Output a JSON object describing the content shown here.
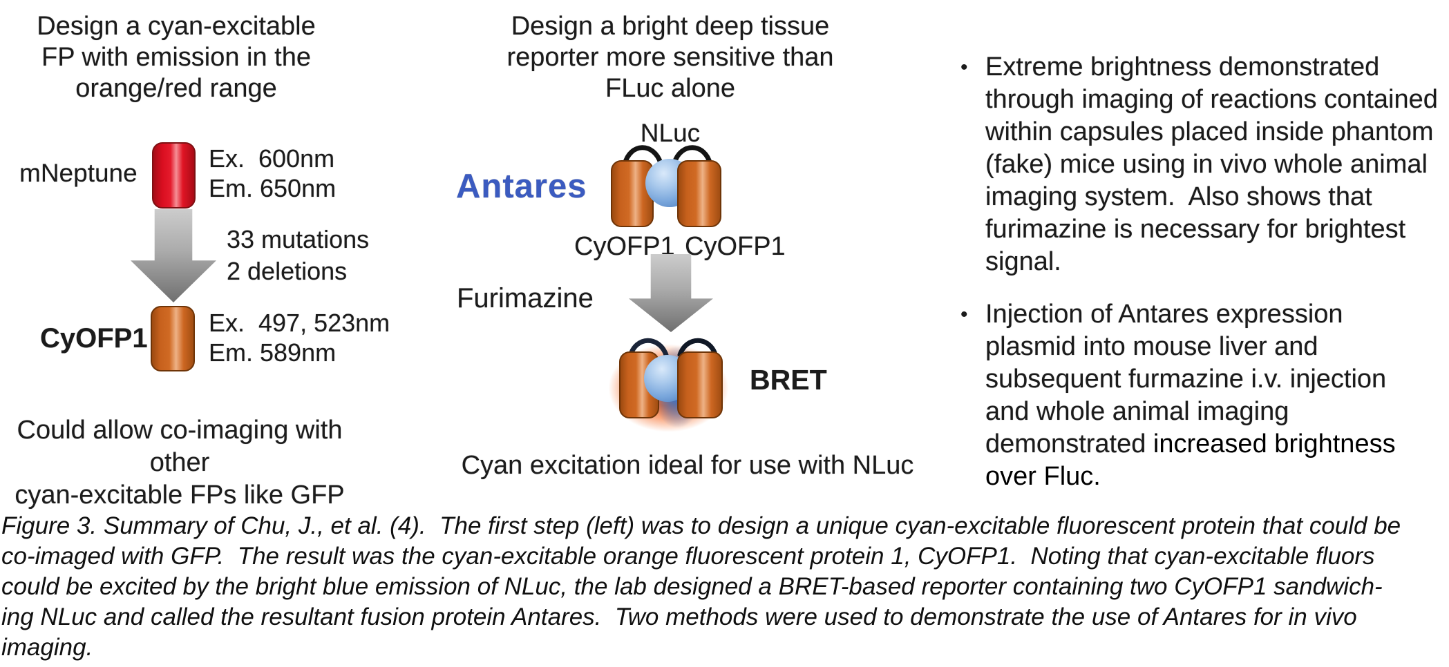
{
  "left_panel": {
    "title": "Design a cyan-excitable\nFP with emission in the\norange/red range",
    "mneptune_label": "mNeptune",
    "mneptune_spectra": "Ex.  600nm\nEm. 650nm",
    "mutation_note": "33 mutations\n2 deletions",
    "cyofp1_label": "CyOFP1",
    "cyofp1_spectra": "Ex.  497, 523nm\nEm. 589nm",
    "footer": "Could allow co-imaging with other\ncyan-excitable FPs like GFP"
  },
  "middle_panel": {
    "title": "Design a bright deep tissue\nreporter more sensitive than\nFLuc alone",
    "nluc_label": "NLuc",
    "antares_label": "Antares",
    "subunit_left": "CyOFP1",
    "subunit_right": "CyOFP1",
    "furimazine_label": "Furimazine",
    "bret_label": "BRET",
    "footer": "Cyan excitation ideal for use with NLuc"
  },
  "right_panel": {
    "bullet_glyph": "•",
    "bullet_1": "Extreme brightness demonstrated\nthrough imaging of reactions contained\nwithin capsules placed inside phantom\n(fake) mice using in vivo whole animal\nimaging system.  Also shows that\nfurimazine is necessary for brightest\nsignal.",
    "bullet_2_lead": "Injection of Antares expression\nplasmid into mouse liver and\nsubsequent furmazine i.v. injection\nand whole animal imaging\ndemonstrated",
    "bullet_2_added": " increased brightness\nover Fluc."
  },
  "caption": {
    "text": "Figure 3. Summary of Chu, J., et al. (4).  The first step (left) was to design a unique cyan-excitable fluorescent protein that could be\nco-imaged with GFP.  The result was the cyan-excitable orange fluorescent protein 1, CyOFP1.  Noting that cyan-excitable fluors\ncould be excited by the bright blue emission of NLuc, the lab designed a BRET-based reporter containing two CyOFP1 sandwich-\ning NLuc and called the resultant fusion protein Antares.  Two methods were used to demonstrate the use of Antares for in vivo\nimaging."
  },
  "colors": {
    "antares_blue": "#3b5bc0",
    "mneptune_red": "#e51b2c",
    "cyofp1_orange": "#d06a24",
    "nluc_sphere_blue": "#7aa7dc",
    "glow_orange": "#f6641c",
    "emission_glow_blue": "#3472c9",
    "arrow_gray": "#9a9a9a",
    "text_black": "#1c1c1c"
  }
}
